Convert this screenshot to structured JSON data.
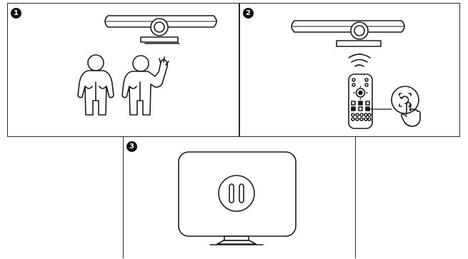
{
  "steps": [
    {
      "number": "1",
      "illustration": "webcam-and-two-people-waving"
    },
    {
      "number": "2",
      "illustration": "remote-pressing-gesture-tracking-button"
    },
    {
      "number": "3",
      "illustration": "monitor-showing-pause-symbol"
    }
  ],
  "colors": {
    "line": "#1a1a1a",
    "badge": "#111111",
    "background": "#ffffff"
  }
}
